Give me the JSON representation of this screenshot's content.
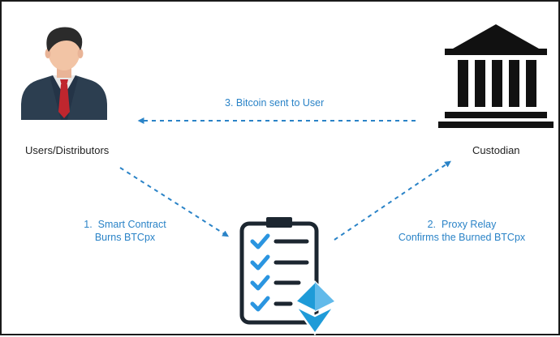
{
  "nodes": {
    "users": "Users/Distributors",
    "custodian": "Custodian"
  },
  "steps": {
    "step1": {
      "number": "1.",
      "line1": "Smart Contract",
      "line2": "Burns BTCpx"
    },
    "step2": {
      "number": "2.",
      "line1": "Proxy Relay",
      "line2": "Confirms the Burned BTCpx"
    },
    "step3": "3. Bitcoin sent to User"
  },
  "icons": {
    "users": "businessman-icon",
    "custodian": "bank-building-icon",
    "contract": "clipboard-checklist-icon",
    "ethereum": "ethereum-logo-icon"
  },
  "colors": {
    "arrow": "#2a83c7",
    "text": "#222222",
    "check": "#2b95e0",
    "ethereum": "#1f9bd8",
    "building": "#111111"
  }
}
